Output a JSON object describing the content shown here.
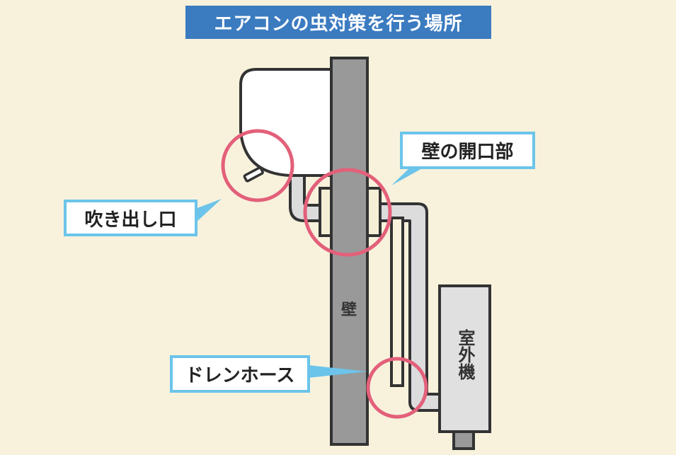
{
  "title": "エアコンの虫対策を行う場所",
  "labels": {
    "wall": "壁",
    "outdoor_unit": "室外機",
    "wall_opening": "壁の開口部",
    "air_outlet": "吹き出し口",
    "drain_hose": "ドレンホース"
  },
  "colors": {
    "background": "#f8f2dc",
    "title_bg": "#3b7bc0",
    "highlight_circle": "#e3607a",
    "callout_border": "#6cc4ea"
  }
}
